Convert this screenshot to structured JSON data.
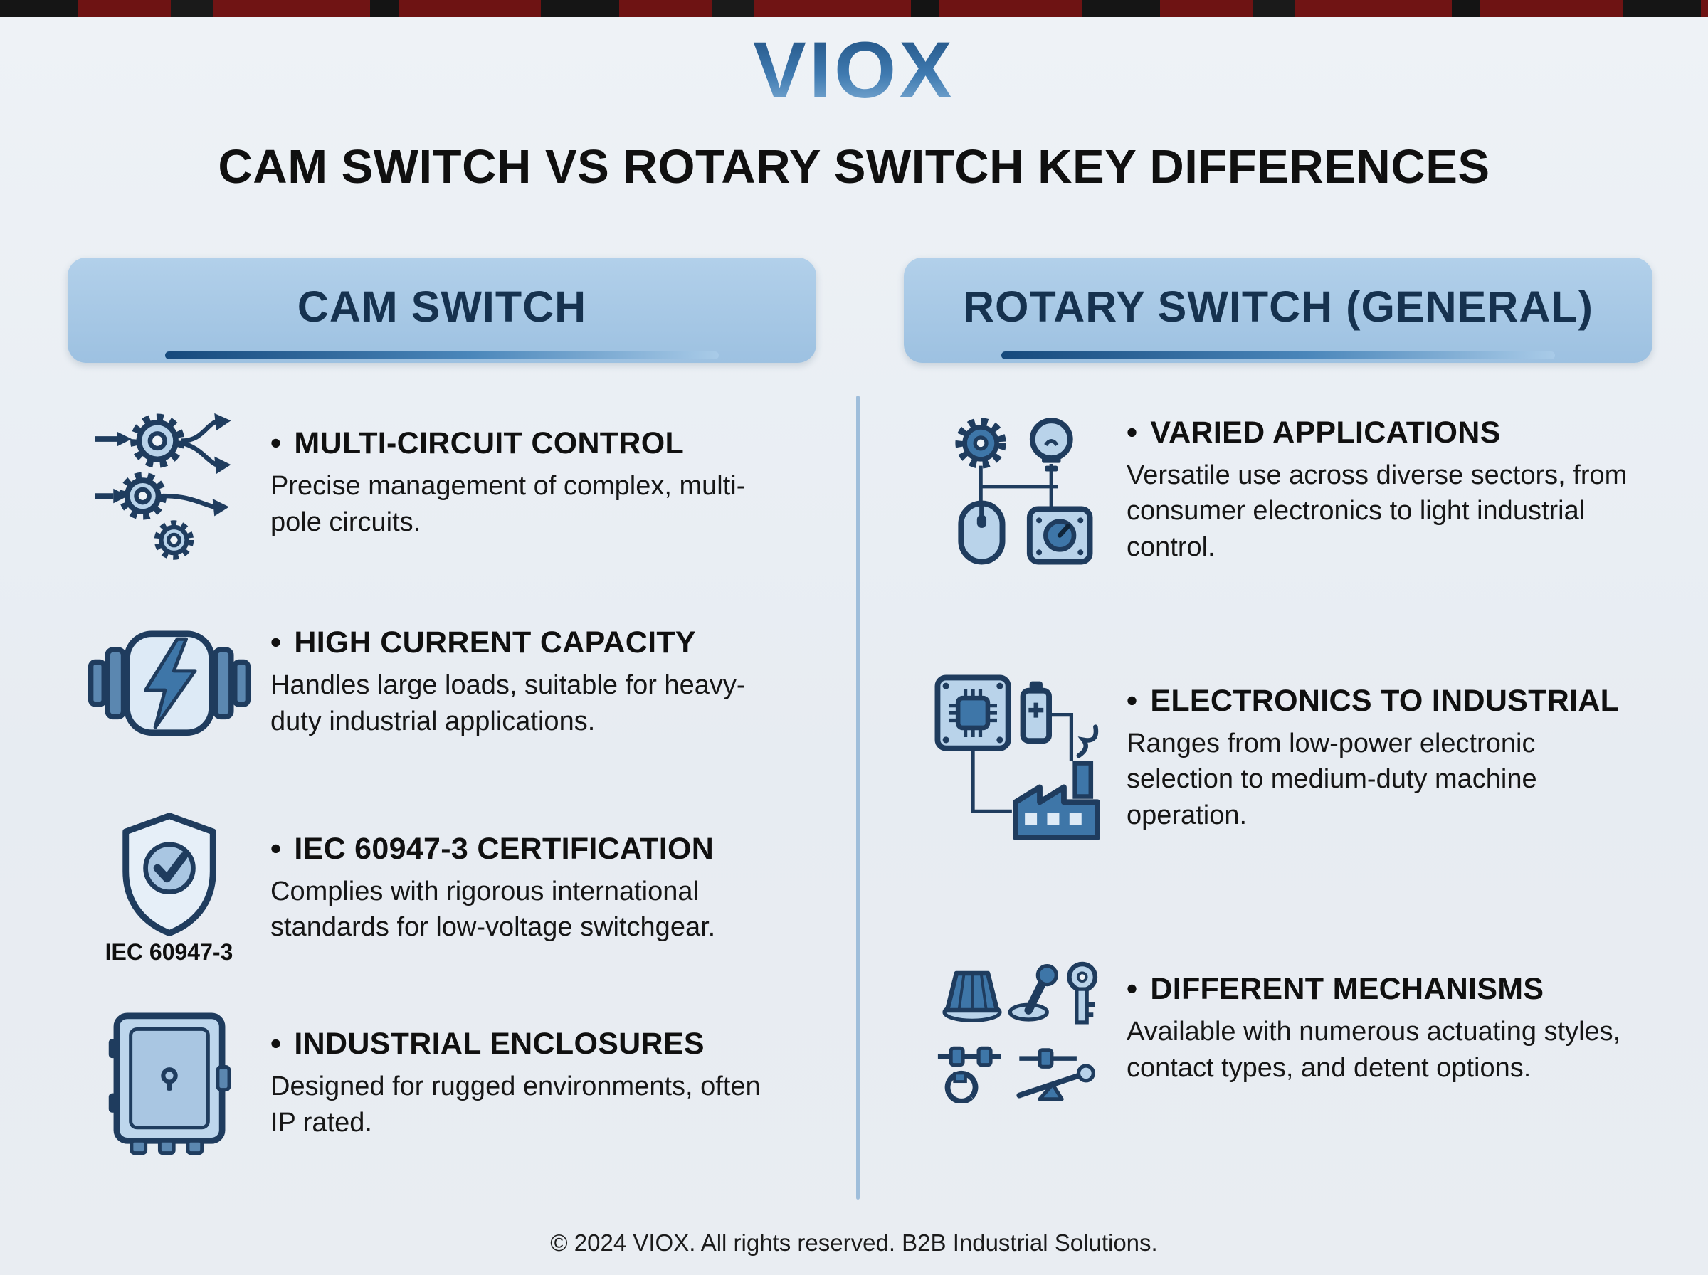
{
  "page": {
    "logo": "VIOX",
    "title": "CAM SWITCH VS ROTARY SWITCH KEY DIFFERENCES",
    "footer": "© 2024 VIOX. All rights reserved. B2B Industrial Solutions."
  },
  "colors": {
    "background": "#e9edf2",
    "header_fill": "#a7c9e6",
    "header_text": "#16324f",
    "accent_dark": "#1f3c5e",
    "accent_mid": "#3e76a8",
    "accent_light": "#b9d3ea",
    "underline_gradient_start": "#16497c",
    "underline_gradient_end": "#a9cbe8",
    "strip_red": "#6e1313"
  },
  "columns": [
    {
      "header": "CAM SWITCH",
      "items": [
        {
          "icon": "multi-circuit-gears-icon",
          "title": "MULTI-CIRCUIT CONTROL",
          "desc": "Precise management of complex, multi-pole circuits."
        },
        {
          "icon": "lightning-capacitor-icon",
          "title": "HIGH CURRENT CAPACITY",
          "desc": "Handles large loads, suitable for heavy-duty industrial applications."
        },
        {
          "icon": "certification-shield-icon",
          "icon_label": "IEC 60947-3",
          "title": "IEC 60947-3 CERTIFICATION",
          "desc": "Complies with rigorous international standards for low-voltage switchgear."
        },
        {
          "icon": "industrial-enclosure-icon",
          "title": "INDUSTRIAL ENCLOSURES",
          "desc": "Designed for rugged environments, often IP rated."
        }
      ]
    },
    {
      "header": "ROTARY SWITCH (GENERAL)",
      "items": [
        {
          "icon": "varied-applications-icon",
          "title": "VARIED APPLICATIONS",
          "desc": "Versatile use across diverse sectors, from consumer electronics to light industrial control."
        },
        {
          "icon": "electronics-to-industrial-icon",
          "title": "ELECTRONICS TO INDUSTRIAL",
          "desc": "Ranges from low-power electronic selection to medium-duty machine operation."
        },
        {
          "icon": "different-mechanisms-icon",
          "title": "DIFFERENT MECHANISMS",
          "desc": "Available with numerous actuating styles, contact types, and detent options."
        }
      ]
    }
  ]
}
